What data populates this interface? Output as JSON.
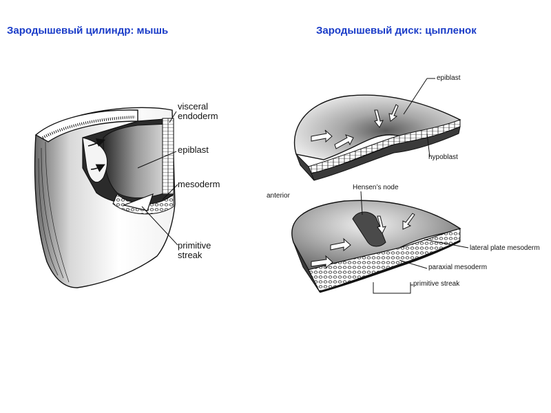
{
  "titles": {
    "left": "Зародышевый цилиндр: мышь",
    "right": "Зародышевый диск: цыпленок"
  },
  "mouse": {
    "labels": {
      "visceral_endoderm_line1": "visceral",
      "visceral_endoderm_line2": "endoderm",
      "epiblast": "epiblast",
      "mesoderm": "mesoderm",
      "primitive_streak_line1": "primitive",
      "primitive_streak_line2": "streak"
    }
  },
  "chick": {
    "labels": {
      "epiblast": "epiblast",
      "hypoblast": "hypoblast",
      "anterior": "anterior",
      "hensens_node": "Hensen’s node",
      "lateral_plate_mesoderm": "lateral plate mesoderm",
      "paraxial_mesoderm": "paraxial mesoderm",
      "primitive_streak": "primitive streak"
    }
  },
  "colors": {
    "title": "#1a3cc8",
    "outline": "#111111",
    "shade_dark": "#555555",
    "shade_light": "#e6e6e6"
  }
}
